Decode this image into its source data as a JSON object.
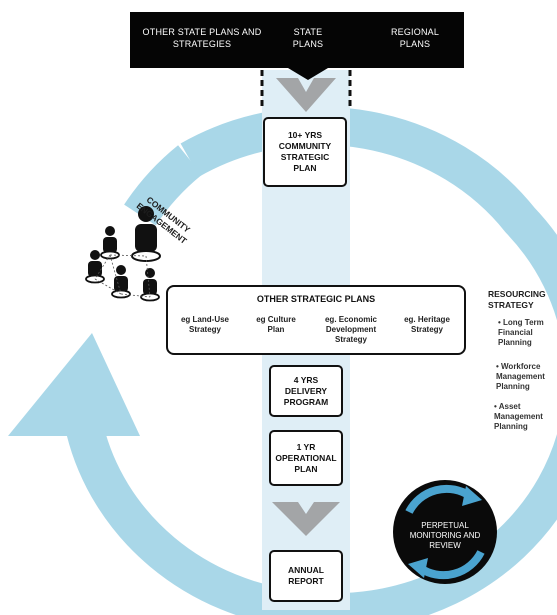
{
  "top_sources": {
    "other": "OTHER STATE  PLANS AND STRATEGIES",
    "state": "STATE PLANS",
    "regional": "REGIONAL PLANS"
  },
  "community_strategic_plan": "10+ YRS COMMUNITY STRATEGIC PLAN",
  "community_engagement": "COMMUNITY ENGAGEMENT",
  "other_strategic_plans": {
    "title": "OTHER STRATEGIC PLANS",
    "items": [
      "eg Land-Use Strategy",
      "eg Culture Plan",
      "eg. Economic Development Strategy",
      "eg. Heritage Strategy"
    ]
  },
  "delivery_program": "4 YRS DELIVERY PROGRAM",
  "operational_plan": "1 YR OPERATIONAL PLAN",
  "annual_report": "ANNUAL REPORT",
  "resourcing": {
    "title": "RESOURCING STRATEGY",
    "items": [
      "• Long Term Financial Planning",
      "• Workforce Management Planning",
      "• Asset Management Planning"
    ]
  },
  "monitoring": "PERPETUAL MONITORING AND REVIEW",
  "colors": {
    "cycle": "#a9d7e8",
    "column": "#dfeef6",
    "topbar": "#050505",
    "chevron": "#a3a5a7",
    "monitor_badge": "#0a0a0a",
    "monitor_arrows": "#4aa3cf"
  }
}
